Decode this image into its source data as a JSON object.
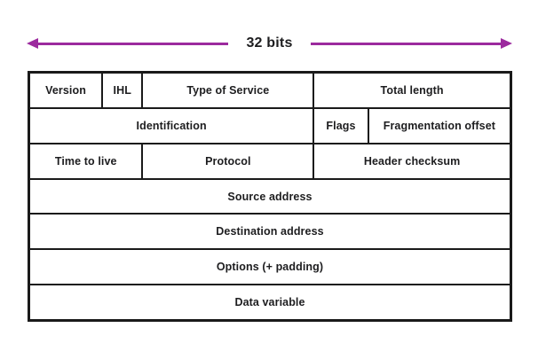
{
  "scale": {
    "label": "32 bits"
  },
  "table": {
    "rows": [
      {
        "cells": [
          {
            "label": "Version"
          },
          {
            "label": "IHL"
          },
          {
            "label": "Type of Service"
          },
          {
            "label": "Total length"
          }
        ]
      },
      {
        "cells": [
          {
            "label": "Identification"
          },
          {
            "label": "Flags"
          },
          {
            "label": "Fragmentation offset"
          }
        ]
      },
      {
        "cells": [
          {
            "label": "Time to live"
          },
          {
            "label": "Protocol"
          },
          {
            "label": "Header checksum"
          }
        ]
      },
      {
        "cells": [
          {
            "label": "Source address"
          }
        ]
      },
      {
        "cells": [
          {
            "label": "Destination address"
          }
        ]
      },
      {
        "cells": [
          {
            "label": "Options (+ padding)"
          }
        ]
      },
      {
        "cells": [
          {
            "label": "Data variable"
          }
        ]
      }
    ]
  },
  "colors": {
    "arrow": "#9c2a9e",
    "border": "#1a1a1a",
    "text": "#1d1d1f",
    "background": "#ffffff"
  }
}
